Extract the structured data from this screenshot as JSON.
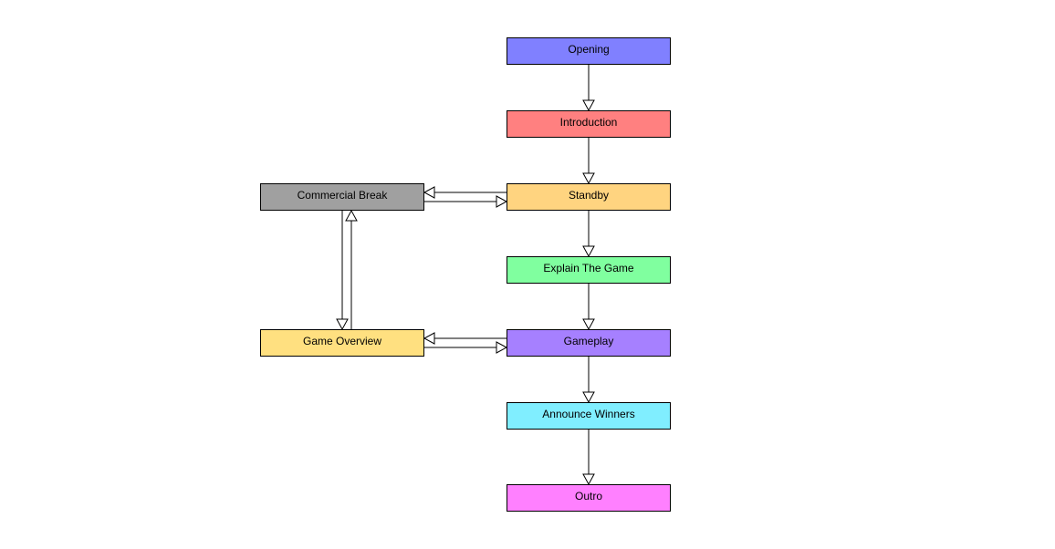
{
  "nodes": {
    "opening": {
      "label": "Opening",
      "color": "#8080ff"
    },
    "introduction": {
      "label": "Introduction",
      "color": "#ff8080"
    },
    "standby": {
      "label": "Standby",
      "color": "#ffd480"
    },
    "explain": {
      "label": "Explain The Game",
      "color": "#80ff9f"
    },
    "gameplay": {
      "label": "Gameplay",
      "color": "#a680ff"
    },
    "announce": {
      "label": "Announce Winners",
      "color": "#80eeff"
    },
    "outro": {
      "label": "Outro",
      "color": "#ff80ff"
    },
    "commercial": {
      "label": "Commercial Break",
      "color": "#a0a0a0"
    },
    "overview": {
      "label": "Game Overview",
      "color": "#ffe080"
    }
  },
  "edges": [
    {
      "from": "opening",
      "to": "introduction"
    },
    {
      "from": "introduction",
      "to": "standby"
    },
    {
      "from": "standby",
      "to": "explain"
    },
    {
      "from": "explain",
      "to": "gameplay"
    },
    {
      "from": "gameplay",
      "to": "announce"
    },
    {
      "from": "announce",
      "to": "outro"
    },
    {
      "from": "standby",
      "to": "commercial"
    },
    {
      "from": "commercial",
      "to": "standby"
    },
    {
      "from": "gameplay",
      "to": "overview"
    },
    {
      "from": "overview",
      "to": "gameplay"
    },
    {
      "from": "commercial",
      "to": "overview"
    },
    {
      "from": "overview",
      "to": "commercial"
    }
  ]
}
